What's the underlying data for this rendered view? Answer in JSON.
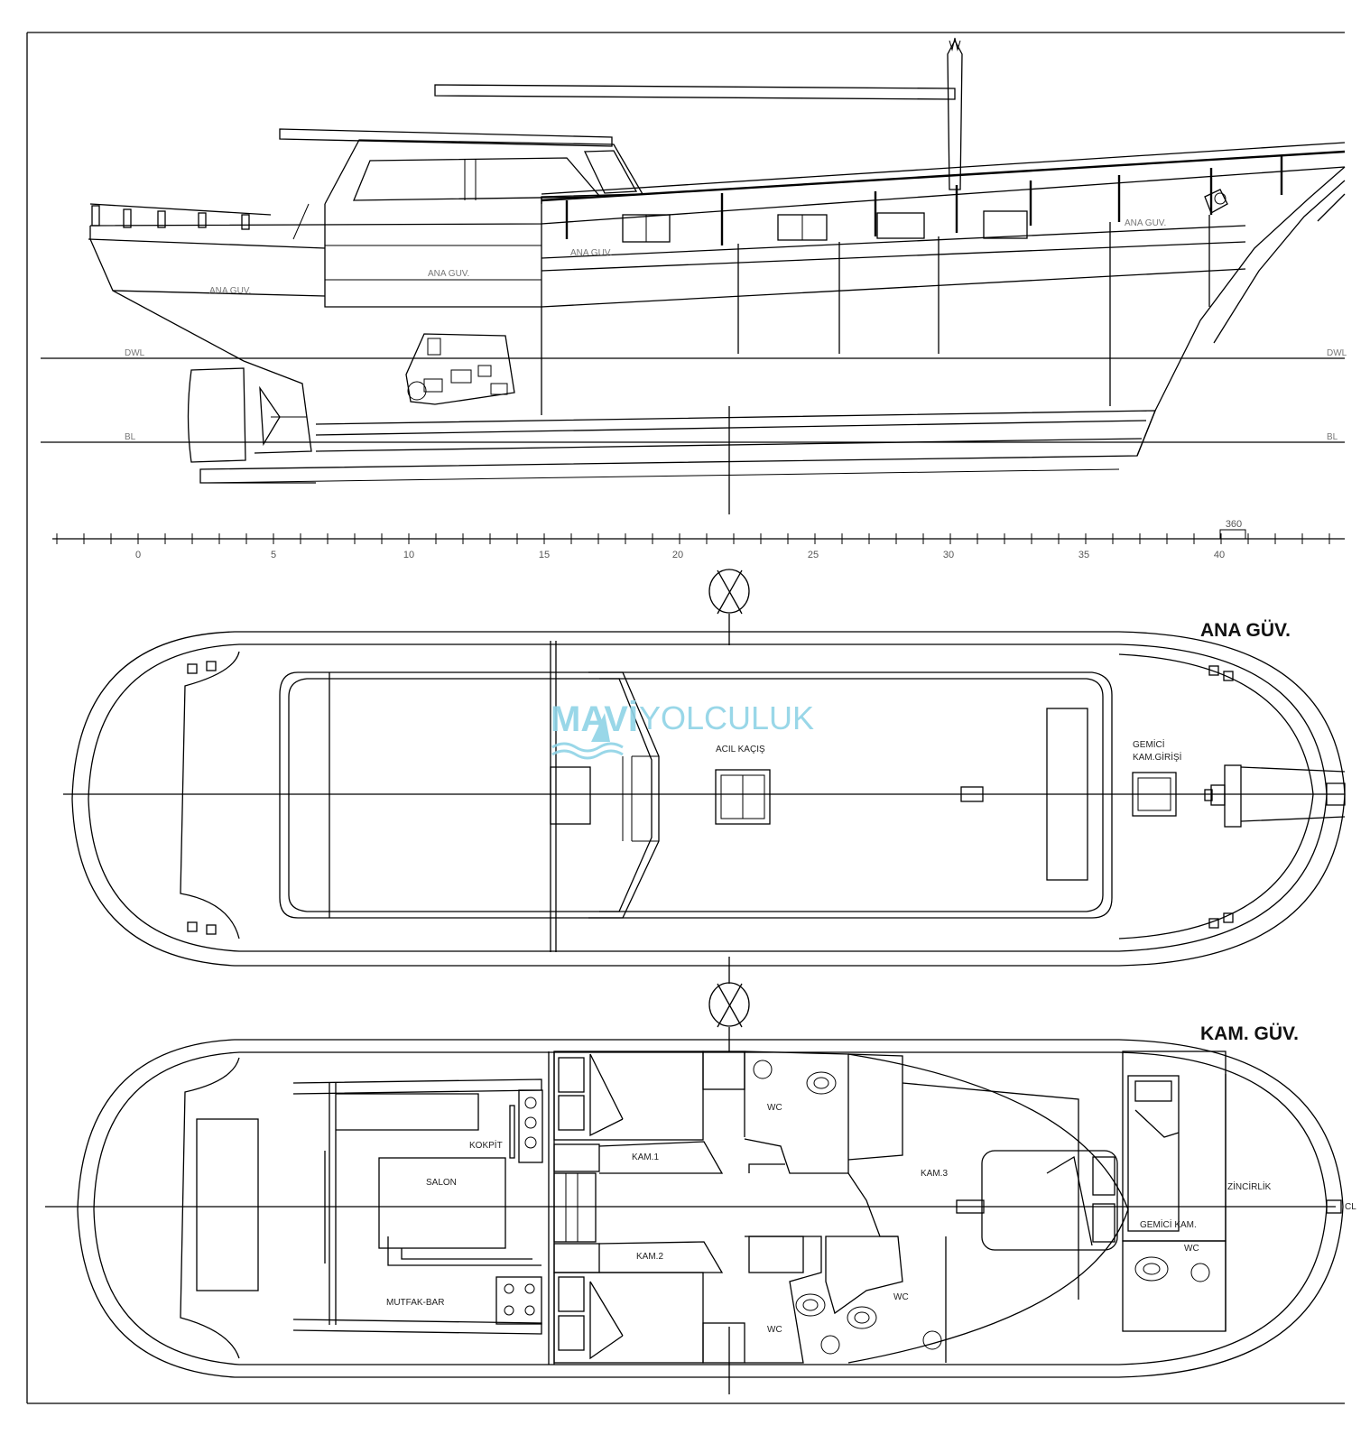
{
  "side_view": {
    "deck_labels": [
      "ANA GUV.",
      "ANA GUV.",
      "ANA GUV.",
      "ANA GUV."
    ],
    "dwl_label": "DWL",
    "bl_label": "BL",
    "frame_ticks": [
      "0",
      "5",
      "10",
      "15",
      "20",
      "25",
      "30",
      "35",
      "40"
    ],
    "frame_spacing": "360"
  },
  "main_deck": {
    "title": "ANA GÜV.",
    "emergency_exit": "ACIL KAÇIŞ",
    "crew_entry_line1": "GEMİCİ",
    "crew_entry_line2": "KAM.GİRİŞİ"
  },
  "cabin_deck": {
    "title": "KAM. GÜV.",
    "salon": "SALON",
    "kokpit": "KOKPİT",
    "galley": "MUTFAK-BAR",
    "cabin1": "KAM.1",
    "cabin2": "KAM.2",
    "cabin3": "KAM.3",
    "wc": "WC",
    "crew_cabin": "GEMİCİ KAM.",
    "chain_locker": "ZİNCİRLİK",
    "centerline": "CL"
  },
  "watermark": {
    "brand_a": "MAVİ",
    "brand_b": "YOLCULUK"
  }
}
